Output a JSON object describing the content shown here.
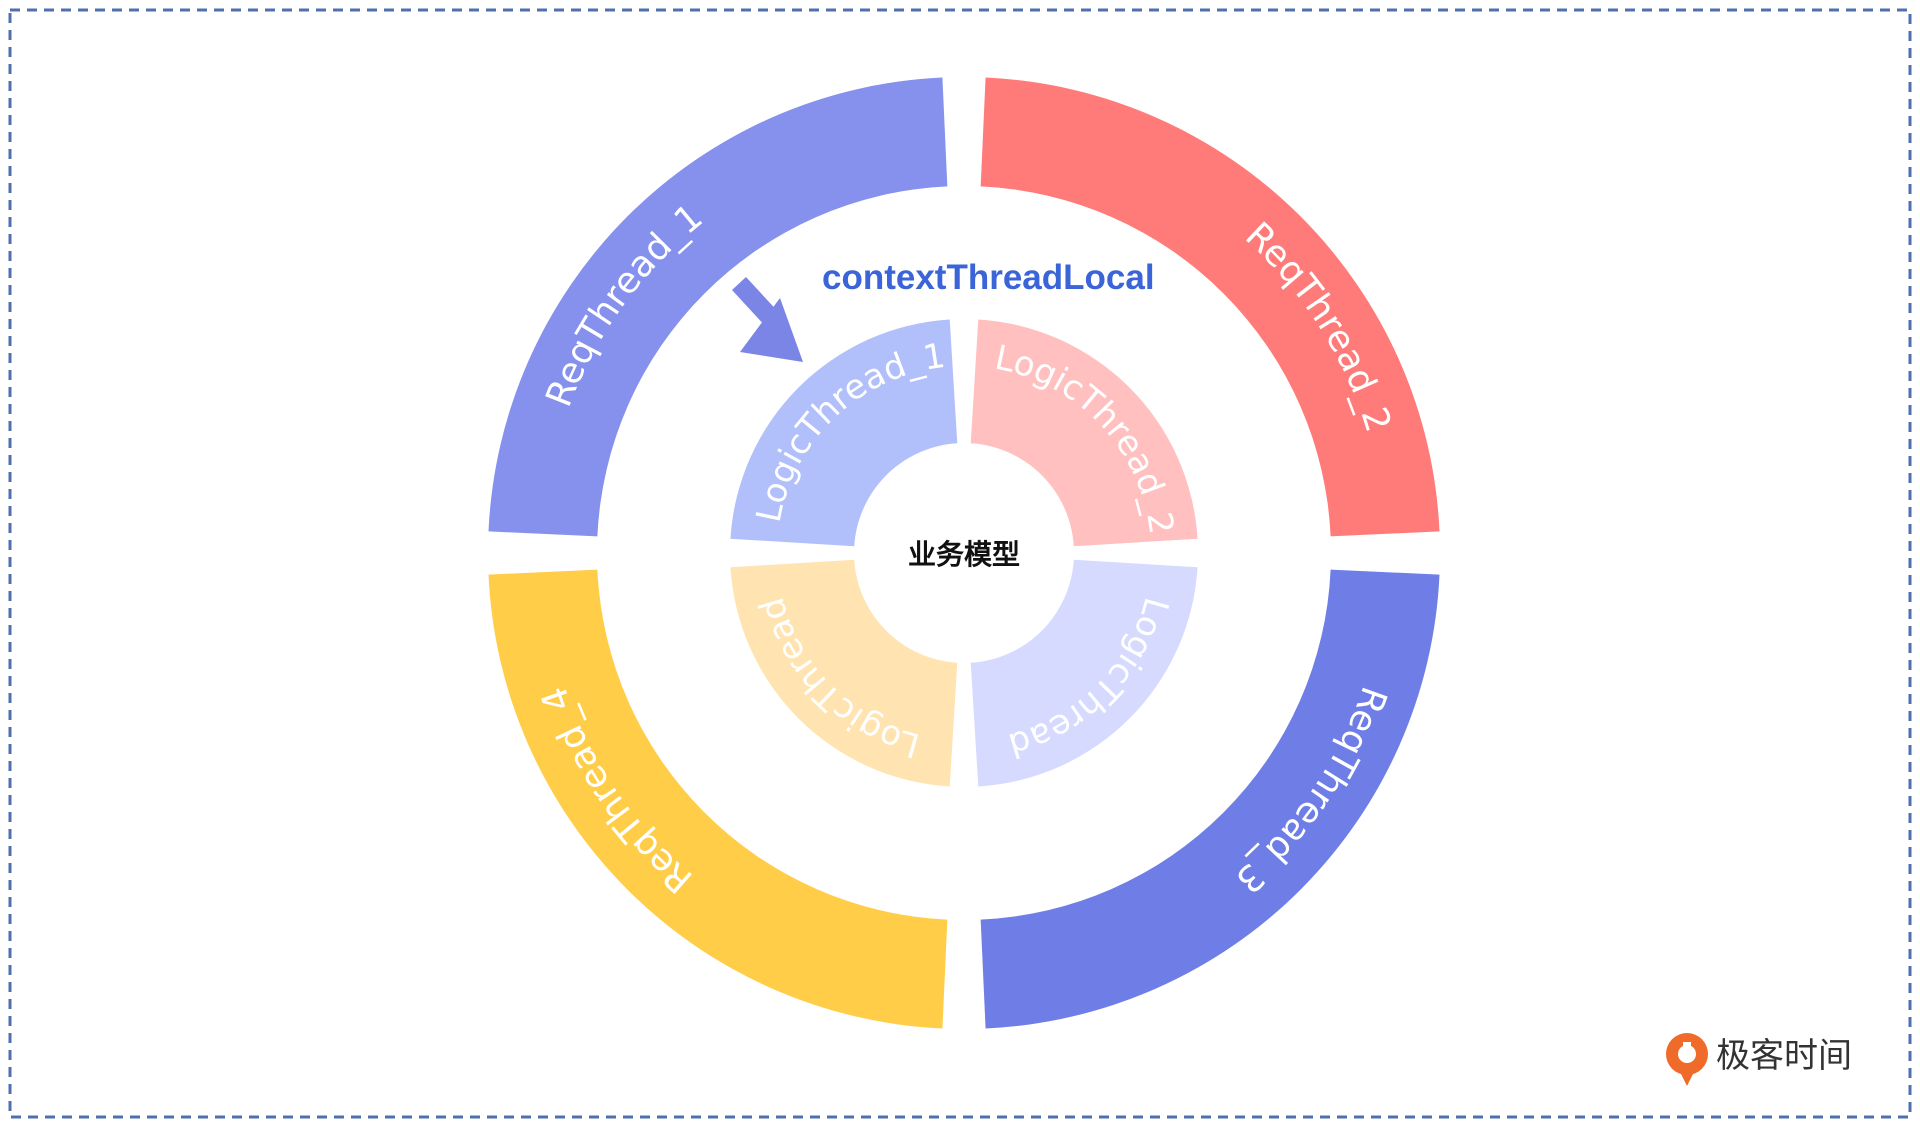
{
  "diagram": {
    "center_label": "业务模型",
    "context_label": "contextThreadLocal",
    "outer_ring": [
      {
        "label": "ReqThread_1",
        "color": "#8591ec"
      },
      {
        "label": "ReqThread_2",
        "color": "#ff7b79"
      },
      {
        "label": "ReqThread_3",
        "color": "#6e7ee6"
      },
      {
        "label": "ReqThread_4",
        "color": "#ffcd47"
      }
    ],
    "inner_ring": [
      {
        "label": "LogicThread_1",
        "color": "#b1bffb"
      },
      {
        "label": "LogicThread_2",
        "color": "#ffc0bf"
      },
      {
        "label": "LogicThread",
        "color": "#d6daff"
      },
      {
        "label": "LogicThread",
        "color": "#ffe3b1"
      }
    ],
    "arrow_color": "#7a85e6"
  },
  "brand": {
    "name": "极客时间",
    "logo_color": "#f06a2a"
  }
}
